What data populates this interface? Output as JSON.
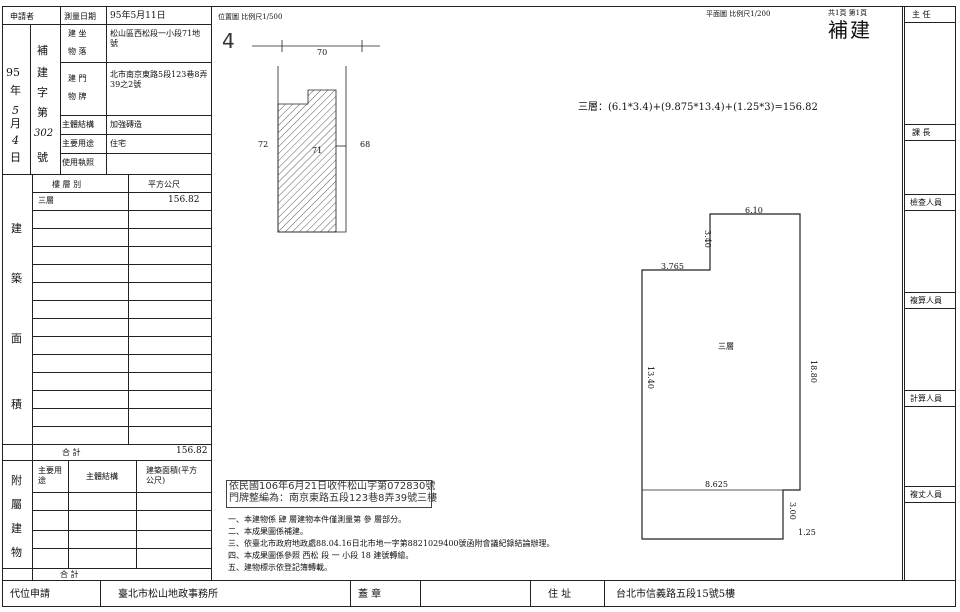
{
  "header_strip": "",
  "left_table": {
    "applicant_label": "申請者",
    "survey_date_label": "測量日期",
    "survey_date_value": "95年5月11日",
    "construction_label": "建 坐",
    "building_location_label": "物 落",
    "location_value": "松山區西松段一小段71地號",
    "permit_year": "95",
    "permit_column": [
      "補",
      "建",
      "字",
      "第"
    ],
    "year_char": "年",
    "month_char": "月",
    "day_char": "日",
    "month_value": "5",
    "day_value": "4",
    "permit_number": "302",
    "number_char": "號",
    "door_label": "建 門",
    "plate_label": "物 牌",
    "door_value": "北市南京東路5段123巷8弄39之2號",
    "structure_label": "主體結構",
    "structure_value": "加強磚造",
    "main_use_label": "主要用途",
    "main_use_value": "住宅",
    "license_label": "使用執照",
    "floor_col_label": "樓 層 別",
    "area_col_label": "平方公尺",
    "area_side_chars": [
      "建",
      "築",
      "面",
      "積"
    ],
    "floor_rows": [
      {
        "floor": "三層",
        "area": "156.82"
      }
    ],
    "total_label": "合 計",
    "total_value": "156.82",
    "annex_chars": [
      "附",
      "屬",
      "建",
      "物"
    ],
    "annex_use_label": "主要用途",
    "annex_structure_label": "主體結構",
    "annex_area_label": "建築面積(平方公尺)",
    "annex_total_label": "合 計"
  },
  "location_map": {
    "label": "位置圖 比例尺1/500",
    "index_number": "4",
    "lot_top": "70",
    "lot_left": "72",
    "lot_center": "71",
    "lot_right": "68"
  },
  "floor_plan": {
    "label": "平面圖 比例尺1/200",
    "page_info": "共1頁 第1頁",
    "stamp": "補建",
    "formula": "三層：(6.1*3.4)+(9.875*13.4)+(1.25*3)=156.82",
    "room_label": "三層",
    "dim_top": "6.10",
    "dim_upper_vertical": "3.40",
    "dim_step": "3.765",
    "dim_left": "13.40",
    "dim_right": "18.80",
    "dim_bottom": "8.625",
    "dim_bottom_vertical": "3.00",
    "dim_corner": "1.25"
  },
  "annotation": {
    "line1": "依民國106年6月21日收件松山字第072830號",
    "line2": "門牌整編為：南京東路五段123巷8弄39號三樓"
  },
  "notes": [
    "一、本建物係 肆 層建物本件僅測量第 參 層部分。",
    "二、本成果圖係補建。",
    "三、依臺北市政府地政處88.04.16日北市地一字第8821029400號函附會議紀錄結論辦理。",
    "四、本成果圖係參照 西松 段 一 小段 18 建號轉繪。",
    "五、建物標示依登記簿轉載。"
  ],
  "right_column": {
    "labels": [
      "主 任",
      "課 長",
      "檢查人員",
      "複算人員",
      "計算人員",
      "複丈人員"
    ]
  },
  "bottom_row": {
    "agent_label": "代位申請",
    "agency": "臺北市松山地政事務所",
    "seal_label": "蓋 章",
    "address_label": "住 址",
    "address_value": "台北市信義路五段15號5樓"
  }
}
